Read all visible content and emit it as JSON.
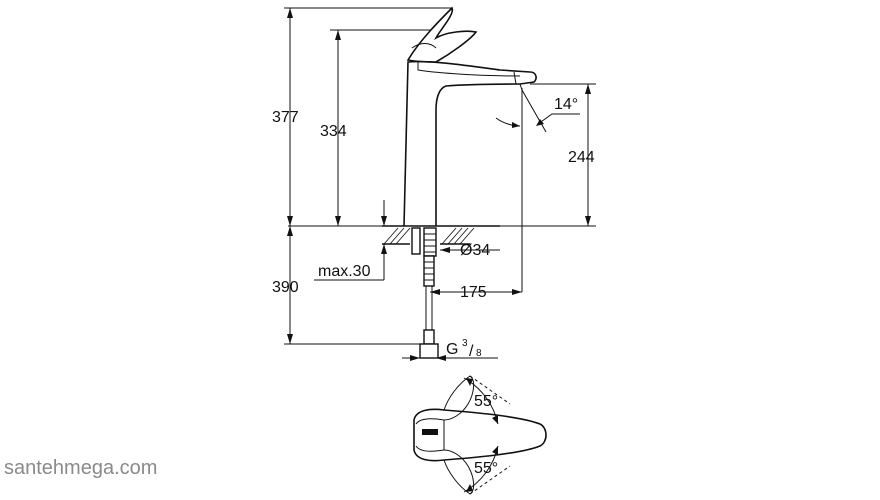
{
  "dimensions": {
    "total_height": "377",
    "spout_height": "334",
    "outlet_height": "244",
    "spout_angle": "14°",
    "hole_diameter": "Ø34",
    "max_counter_thickness": "max.30",
    "below_counter": "390",
    "spout_reach": "175",
    "connection_thread": "G",
    "thread_numerator": "3",
    "thread_denominator": "8",
    "lever_angle_top": "55°",
    "lever_angle_bottom": "55°"
  },
  "watermark": "santehmega.com"
}
